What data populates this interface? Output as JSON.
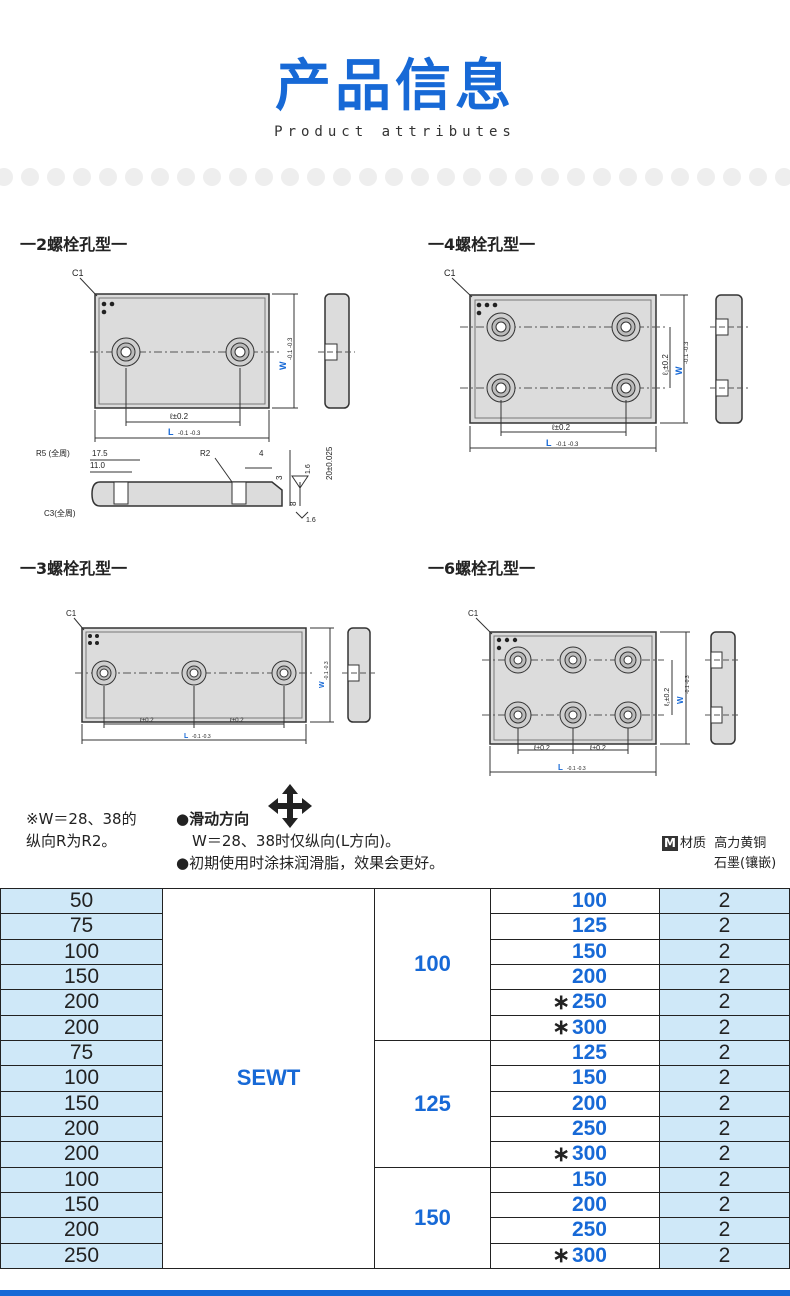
{
  "header": {
    "title": "产品信息",
    "subtitle": "Product attributes"
  },
  "sections": {
    "two_bolt": "一2螺栓孔型一",
    "four_bolt": "一4螺栓孔型一",
    "three_bolt": "一3螺栓孔型一",
    "six_bolt": "一6螺栓孔型一"
  },
  "drawing_labels": {
    "c1": "C1",
    "l_tol": "ℓ±0.2",
    "l1_tol": "ℓ₁±0.2",
    "L": "L",
    "L_tol": "-0.1 -0.3",
    "W": "W",
    "W_tol": "-0.1 -0.3",
    "r5": "R5 (全周)",
    "r2": "R2",
    "c3": "C3(全周)",
    "d175": "17.5",
    "d11": "11.0",
    "d4": "4",
    "d3": "3",
    "d8": "8",
    "d20": "20±0.025",
    "f16a": "1.6",
    "f16b": "1.6"
  },
  "notes": {
    "w_note_line1": "※W＝28、38的",
    "w_note_line2": "纵向R为R2。",
    "slide_label": "●滑动方向",
    "slide_detail": "W＝28、38时仅纵向(L方向)。",
    "grease": "●初期使用时涂抹润滑脂，效果会更好。",
    "material_badge": "M",
    "material_label": "材质",
    "material_value_1": "高力黄铜",
    "material_value_2": "石墨(镶嵌)"
  },
  "table": {
    "col_a": [
      "50",
      "75",
      "100",
      "150",
      "200",
      "200",
      "75",
      "100",
      "150",
      "200",
      "200",
      "100",
      "150",
      "200",
      "250"
    ],
    "col_b": "SEWT",
    "col_c": [
      {
        "value": "100",
        "rows": 6
      },
      {
        "value": "125",
        "rows": 5
      },
      {
        "value": "150",
        "rows": 4
      }
    ],
    "col_d": [
      {
        "mark": "",
        "value": "100"
      },
      {
        "mark": "",
        "value": "125"
      },
      {
        "mark": "",
        "value": "150"
      },
      {
        "mark": "",
        "value": "200"
      },
      {
        "mark": "∗",
        "value": "250"
      },
      {
        "mark": "∗",
        "value": "300"
      },
      {
        "mark": "",
        "value": "125"
      },
      {
        "mark": "",
        "value": "150"
      },
      {
        "mark": "",
        "value": "200"
      },
      {
        "mark": "",
        "value": "250"
      },
      {
        "mark": "∗",
        "value": "300"
      },
      {
        "mark": "",
        "value": "150"
      },
      {
        "mark": "",
        "value": "200"
      },
      {
        "mark": "",
        "value": "250"
      },
      {
        "mark": "∗",
        "value": "300"
      }
    ],
    "col_e": [
      "2",
      "2",
      "2",
      "2",
      "2",
      "2",
      "2",
      "2",
      "2",
      "2",
      "2",
      "2",
      "2",
      "2",
      "2"
    ]
  },
  "colors": {
    "accent": "#1769d6",
    "table_fill": "#cfe8f8",
    "drawing_fill": "#dcdcdc"
  }
}
